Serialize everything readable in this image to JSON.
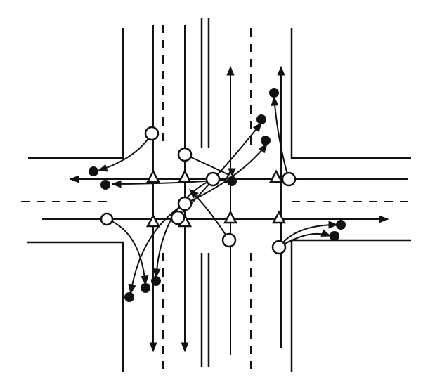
{
  "diagram": {
    "type": "intersection-conflict-diagram",
    "colors": {
      "ink": "#111111",
      "background": "#ffffff"
    },
    "legend_symbols": [
      "open-circle",
      "filled-circle",
      "triangle"
    ]
  }
}
